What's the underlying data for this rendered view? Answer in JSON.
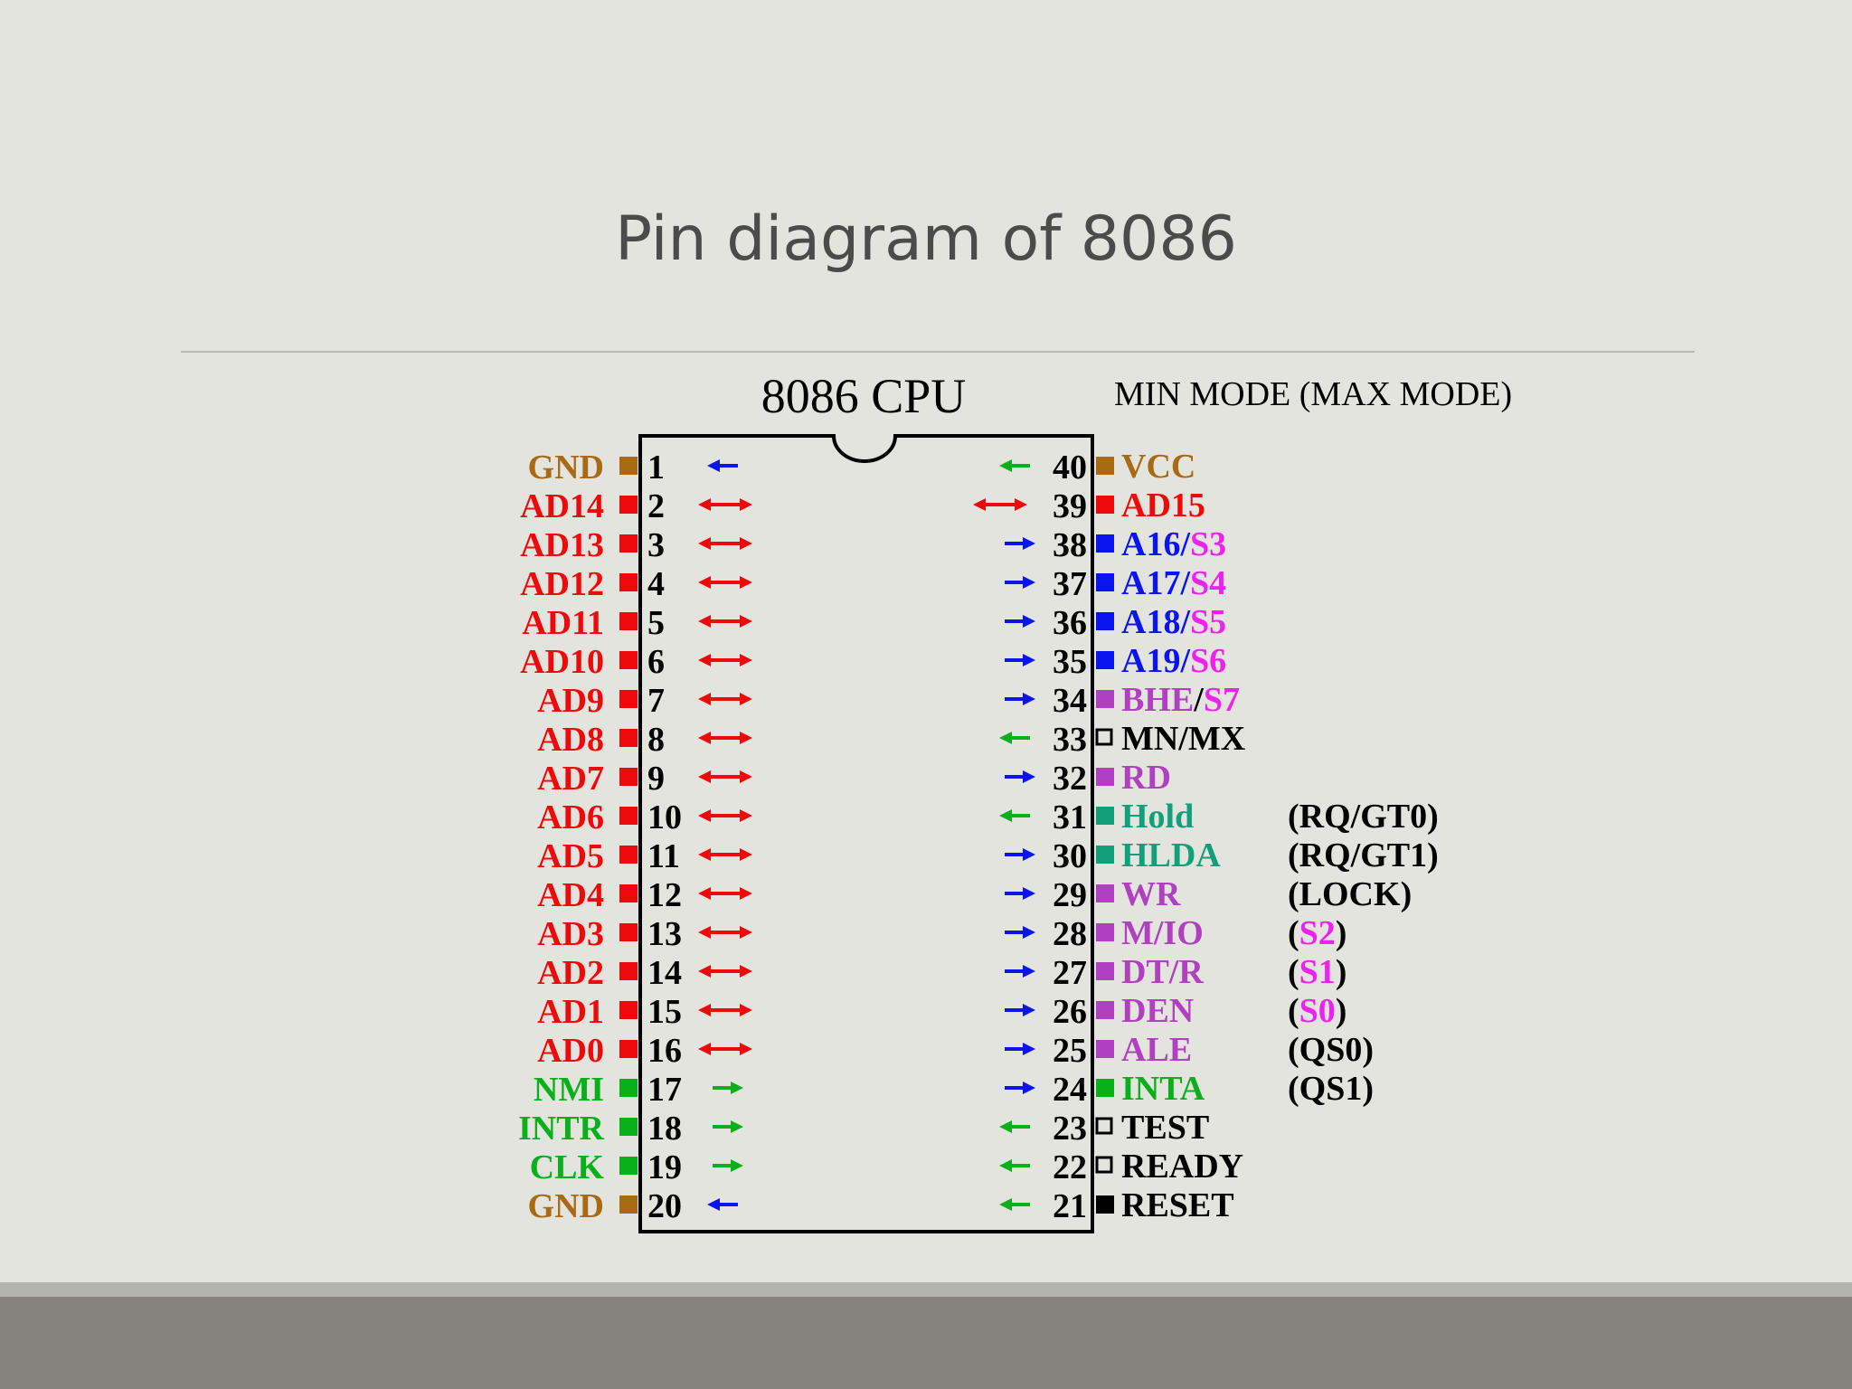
{
  "slide": {
    "title": "Pin diagram of 8086"
  },
  "chip": {
    "label": "8086 CPU",
    "mode_header": "MIN  MODE  (MAX  MODE)"
  },
  "colors": {
    "brown": "#a86a14",
    "red": "#ee0a0a",
    "blue": "#0a14ee",
    "green": "#0ab01a",
    "magenta": "#ee22ee",
    "purple": "#b040c0",
    "teal": "#12a07a",
    "black": "#000000"
  },
  "left_pins": [
    {
      "num": "1",
      "name": "GND",
      "color": "brown",
      "arrow": "left",
      "arrow_color": "blue"
    },
    {
      "num": "2",
      "name": "AD14",
      "color": "red",
      "arrow": "both",
      "arrow_color": "red"
    },
    {
      "num": "3",
      "name": "AD13",
      "color": "red",
      "arrow": "both",
      "arrow_color": "red"
    },
    {
      "num": "4",
      "name": "AD12",
      "color": "red",
      "arrow": "both",
      "arrow_color": "red"
    },
    {
      "num": "5",
      "name": "AD11",
      "color": "red",
      "arrow": "both",
      "arrow_color": "red"
    },
    {
      "num": "6",
      "name": "AD10",
      "color": "red",
      "arrow": "both",
      "arrow_color": "red"
    },
    {
      "num": "7",
      "name": "AD9",
      "color": "red",
      "arrow": "both",
      "arrow_color": "red"
    },
    {
      "num": "8",
      "name": "AD8",
      "color": "red",
      "arrow": "both",
      "arrow_color": "red"
    },
    {
      "num": "9",
      "name": "AD7",
      "color": "red",
      "arrow": "both",
      "arrow_color": "red"
    },
    {
      "num": "10",
      "name": "AD6",
      "color": "red",
      "arrow": "both",
      "arrow_color": "red"
    },
    {
      "num": "11",
      "name": "AD5",
      "color": "red",
      "arrow": "both",
      "arrow_color": "red"
    },
    {
      "num": "12",
      "name": "AD4",
      "color": "red",
      "arrow": "both",
      "arrow_color": "red"
    },
    {
      "num": "13",
      "name": "AD3",
      "color": "red",
      "arrow": "both",
      "arrow_color": "red"
    },
    {
      "num": "14",
      "name": "AD2",
      "color": "red",
      "arrow": "both",
      "arrow_color": "red"
    },
    {
      "num": "15",
      "name": "AD1",
      "color": "red",
      "arrow": "both",
      "arrow_color": "red"
    },
    {
      "num": "16",
      "name": "AD0",
      "color": "red",
      "arrow": "both",
      "arrow_color": "red"
    },
    {
      "num": "17",
      "name": "NMI",
      "color": "green",
      "arrow": "right",
      "arrow_color": "green"
    },
    {
      "num": "18",
      "name": "INTR",
      "color": "green",
      "arrow": "right",
      "arrow_color": "green"
    },
    {
      "num": "19",
      "name": "CLK",
      "color": "green",
      "arrow": "right",
      "arrow_color": "green"
    },
    {
      "num": "20",
      "name": "GND",
      "color": "brown",
      "arrow": "left",
      "arrow_color": "blue"
    }
  ],
  "right_pins": [
    {
      "num": "40",
      "parts": [
        {
          "text": "VCC",
          "color": "brown"
        }
      ],
      "arrow": "left",
      "arrow_color": "green",
      "marker": "filled",
      "marker_color": "brown"
    },
    {
      "num": "39",
      "parts": [
        {
          "text": "AD15",
          "color": "red"
        }
      ],
      "arrow": "both",
      "arrow_color": "red",
      "marker": "filled",
      "marker_color": "red"
    },
    {
      "num": "38",
      "parts": [
        {
          "text": "A16",
          "color": "blue"
        },
        {
          "text": "/",
          "color": "blue"
        },
        {
          "text": "S3",
          "color": "magenta"
        }
      ],
      "arrow": "right",
      "arrow_color": "blue",
      "marker": "filled",
      "marker_color": "blue"
    },
    {
      "num": "37",
      "parts": [
        {
          "text": "A17",
          "color": "blue"
        },
        {
          "text": "/",
          "color": "blue"
        },
        {
          "text": "S4",
          "color": "magenta"
        }
      ],
      "arrow": "right",
      "arrow_color": "blue",
      "marker": "filled",
      "marker_color": "blue"
    },
    {
      "num": "36",
      "parts": [
        {
          "text": "A18",
          "color": "blue"
        },
        {
          "text": "/",
          "color": "blue"
        },
        {
          "text": "S5",
          "color": "magenta"
        }
      ],
      "arrow": "right",
      "arrow_color": "blue",
      "marker": "filled",
      "marker_color": "blue"
    },
    {
      "num": "35",
      "parts": [
        {
          "text": "A19",
          "color": "blue"
        },
        {
          "text": "/",
          "color": "blue"
        },
        {
          "text": "S6",
          "color": "magenta"
        }
      ],
      "arrow": "right",
      "arrow_color": "blue",
      "marker": "filled",
      "marker_color": "blue"
    },
    {
      "num": "34",
      "parts": [
        {
          "text": "BHE",
          "color": "purple"
        },
        {
          "text": "/",
          "color": "black"
        },
        {
          "text": "S7",
          "color": "magenta"
        }
      ],
      "arrow": "right",
      "arrow_color": "blue",
      "marker": "filled",
      "marker_color": "purple"
    },
    {
      "num": "33",
      "parts": [
        {
          "text": "MN/MX",
          "color": "black"
        }
      ],
      "arrow": "left",
      "arrow_color": "green",
      "marker": "hollow",
      "marker_color": "black"
    },
    {
      "num": "32",
      "parts": [
        {
          "text": "RD",
          "color": "purple"
        }
      ],
      "arrow": "right",
      "arrow_color": "blue",
      "marker": "filled",
      "marker_color": "purple"
    },
    {
      "num": "31",
      "parts": [
        {
          "text": "Hold",
          "color": "teal"
        }
      ],
      "arrow": "left",
      "arrow_color": "green",
      "marker": "filled",
      "marker_color": "teal"
    },
    {
      "num": "30",
      "parts": [
        {
          "text": "HLDA",
          "color": "teal"
        }
      ],
      "arrow": "right",
      "arrow_color": "blue",
      "marker": "filled",
      "marker_color": "teal"
    },
    {
      "num": "29",
      "parts": [
        {
          "text": "WR",
          "color": "purple"
        }
      ],
      "arrow": "right",
      "arrow_color": "blue",
      "marker": "filled",
      "marker_color": "purple"
    },
    {
      "num": "28",
      "parts": [
        {
          "text": "M/IO",
          "color": "purple"
        }
      ],
      "arrow": "right",
      "arrow_color": "blue",
      "marker": "filled",
      "marker_color": "purple"
    },
    {
      "num": "27",
      "parts": [
        {
          "text": "DT/R",
          "color": "purple"
        }
      ],
      "arrow": "right",
      "arrow_color": "blue",
      "marker": "filled",
      "marker_color": "purple"
    },
    {
      "num": "26",
      "parts": [
        {
          "text": "DEN",
          "color": "purple"
        }
      ],
      "arrow": "right",
      "arrow_color": "blue",
      "marker": "filled",
      "marker_color": "purple"
    },
    {
      "num": "25",
      "parts": [
        {
          "text": "ALE",
          "color": "purple"
        }
      ],
      "arrow": "right",
      "arrow_color": "blue",
      "marker": "filled",
      "marker_color": "purple"
    },
    {
      "num": "24",
      "parts": [
        {
          "text": "INTA",
          "color": "green"
        }
      ],
      "arrow": "right",
      "arrow_color": "blue",
      "marker": "filled",
      "marker_color": "green"
    },
    {
      "num": "23",
      "parts": [
        {
          "text": "TEST",
          "color": "black"
        }
      ],
      "arrow": "left",
      "arrow_color": "green",
      "marker": "hollow",
      "marker_color": "black"
    },
    {
      "num": "22",
      "parts": [
        {
          "text": "READY",
          "color": "black"
        }
      ],
      "arrow": "left",
      "arrow_color": "green",
      "marker": "hollow",
      "marker_color": "black"
    },
    {
      "num": "21",
      "parts": [
        {
          "text": "RESET",
          "color": "black"
        }
      ],
      "arrow": "left",
      "arrow_color": "green",
      "marker": "filled",
      "marker_color": "black"
    }
  ],
  "max_mode": [
    {
      "pin": "31",
      "parts": [
        {
          "text": "(",
          "color": "black"
        },
        {
          "text": "RQ",
          "color": "black"
        },
        {
          "text": "/",
          "color": "black"
        },
        {
          "text": "GT0",
          "color": "black"
        },
        {
          "text": ")",
          "color": "black"
        }
      ]
    },
    {
      "pin": "30",
      "parts": [
        {
          "text": "(",
          "color": "black"
        },
        {
          "text": "RQ",
          "color": "black"
        },
        {
          "text": "/",
          "color": "black"
        },
        {
          "text": "GT1",
          "color": "black"
        },
        {
          "text": ")",
          "color": "black"
        }
      ]
    },
    {
      "pin": "29",
      "parts": [
        {
          "text": "(",
          "color": "black"
        },
        {
          "text": "LOCK",
          "color": "black"
        },
        {
          "text": ")",
          "color": "black"
        }
      ]
    },
    {
      "pin": "28",
      "parts": [
        {
          "text": "(",
          "color": "black"
        },
        {
          "text": "S2",
          "color": "magenta"
        },
        {
          "text": ")",
          "color": "black"
        }
      ]
    },
    {
      "pin": "27",
      "parts": [
        {
          "text": "(",
          "color": "black"
        },
        {
          "text": "S1",
          "color": "magenta"
        },
        {
          "text": ")",
          "color": "black"
        }
      ]
    },
    {
      "pin": "26",
      "parts": [
        {
          "text": "(",
          "color": "black"
        },
        {
          "text": "S0",
          "color": "magenta"
        },
        {
          "text": ")",
          "color": "black"
        }
      ]
    },
    {
      "pin": "25",
      "parts": [
        {
          "text": "(QS0)",
          "color": "black"
        }
      ]
    },
    {
      "pin": "24",
      "parts": [
        {
          "text": "(QS1)",
          "color": "black"
        }
      ]
    }
  ]
}
